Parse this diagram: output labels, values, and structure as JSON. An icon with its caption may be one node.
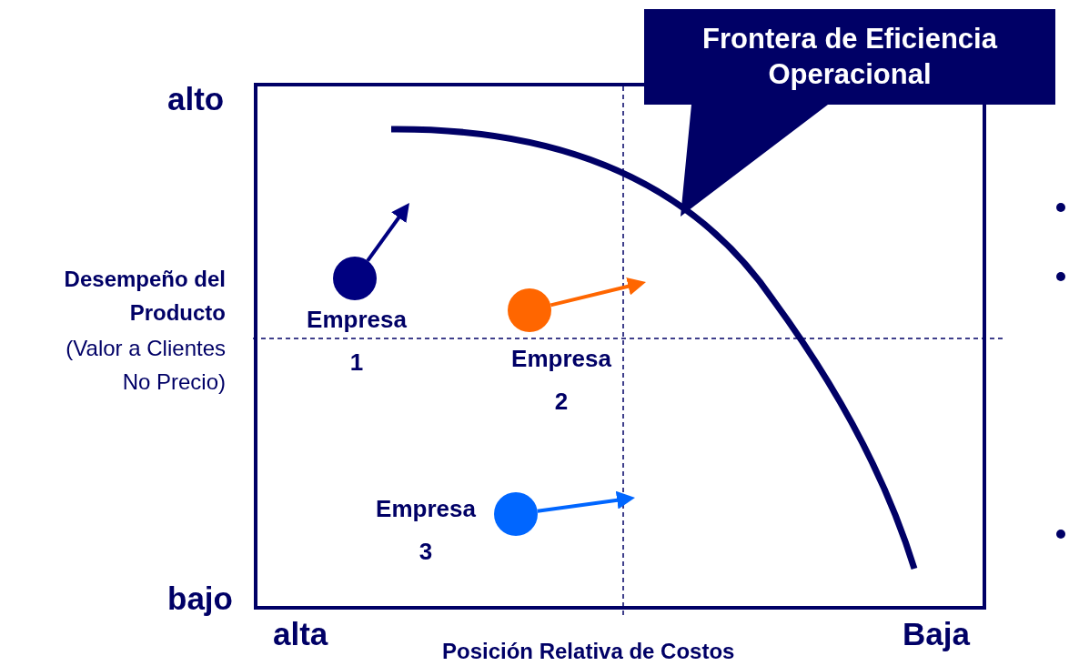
{
  "diagram": {
    "nodes": [
      {
        "text": [
          "Frontera de Eficiencia Operacional"
        ]
      },
      {
        "text": [],
        "shape": "circle",
        "beside": [
          "Empresa 1"
        ]
      },
      {
        "text": [],
        "shape": "circle",
        "beside": [
          "Empresa 2"
        ]
      },
      {
        "text": [],
        "shape": "circle",
        "beside": [
          "Empresa 3"
        ]
      }
    ],
    "edges": [
      {
        "from": 1,
        "to": null,
        "arrow": "to",
        "color": "#000080"
      },
      {
        "from": 2,
        "to": null,
        "arrow": "to",
        "color": "#ff6600"
      },
      {
        "from": 3,
        "to": null,
        "arrow": "to",
        "color": "#0066ff"
      }
    ],
    "labels": [
      "alto",
      "Desempeño del Producto",
      "(Valor a Clientes No Precio)",
      "bajo",
      "alta",
      "Baja",
      "Posición Relativa de Costos"
    ]
  }
}
